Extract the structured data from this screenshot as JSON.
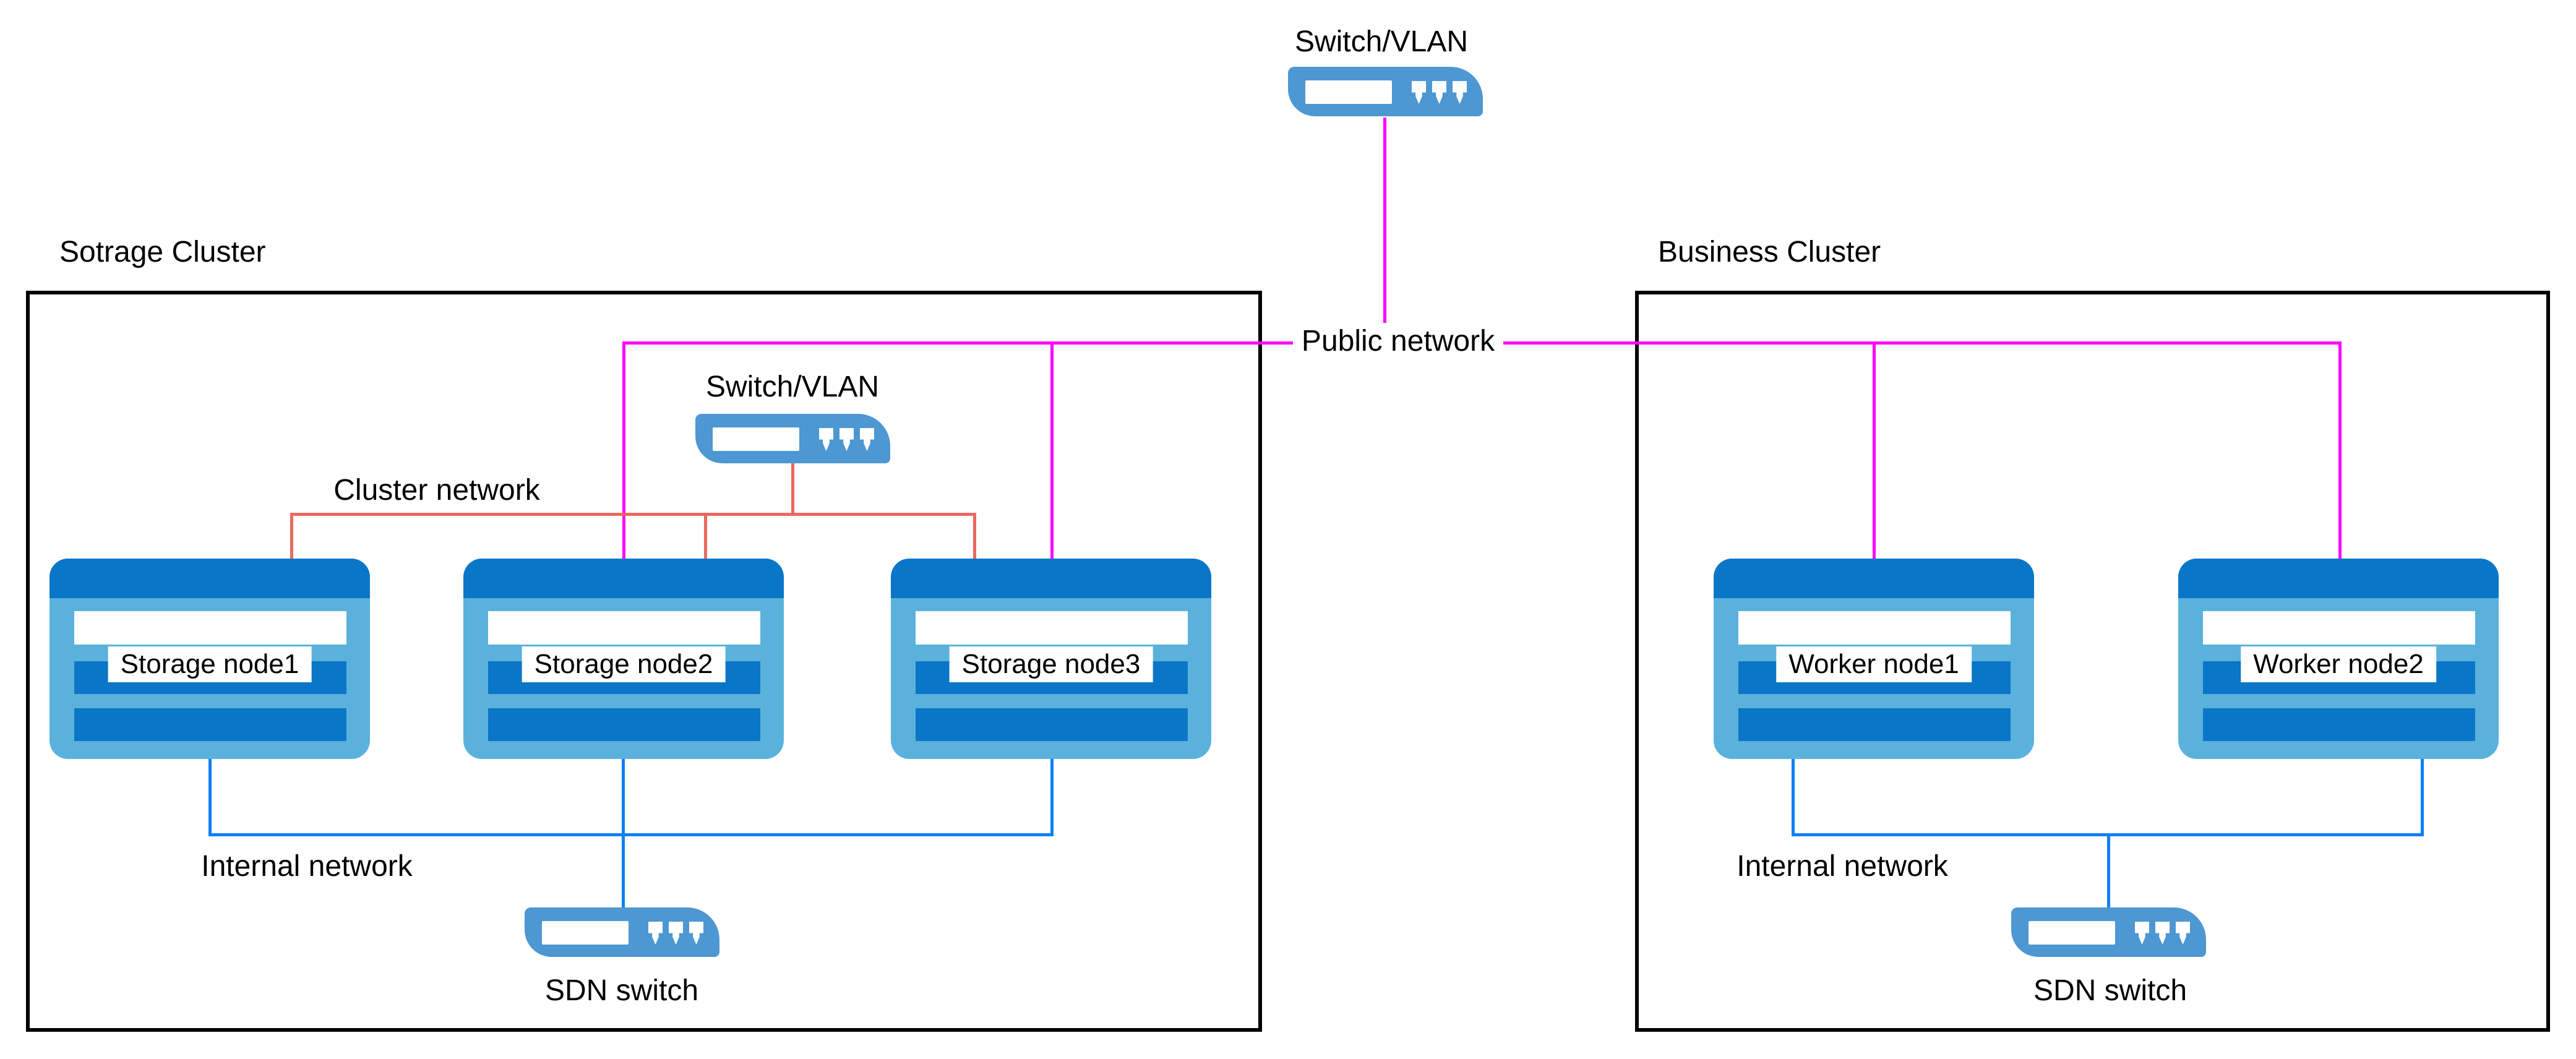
{
  "diagram": {
    "public_switch": {
      "label": "Switch/VLAN"
    },
    "public_network": {
      "label": "Public network"
    },
    "storage_cluster": {
      "title": "Sotrage Cluster",
      "switch": {
        "label": "Switch/VLAN"
      },
      "cluster_network": {
        "label": "Cluster network"
      },
      "internal_network": {
        "label": "Internal network"
      },
      "sdn_switch": {
        "label": "SDN switch"
      },
      "nodes": [
        {
          "label": "Storage node1"
        },
        {
          "label": "Storage node2"
        },
        {
          "label": "Storage node3"
        }
      ]
    },
    "business_cluster": {
      "title": "Business Cluster",
      "internal_network": {
        "label": "Internal network"
      },
      "sdn_switch": {
        "label": "SDN switch"
      },
      "nodes": [
        {
          "label": "Worker node1"
        },
        {
          "label": "Worker node2"
        }
      ]
    },
    "colors": {
      "magenta_line": "#FF00FF",
      "red_line": "#E9695F",
      "blue_line": "#0D80F6",
      "switch_fill": "#4D97D2",
      "node_body": "#5AB2DC",
      "node_accent": "#0A76C8",
      "border": "#000000"
    }
  }
}
